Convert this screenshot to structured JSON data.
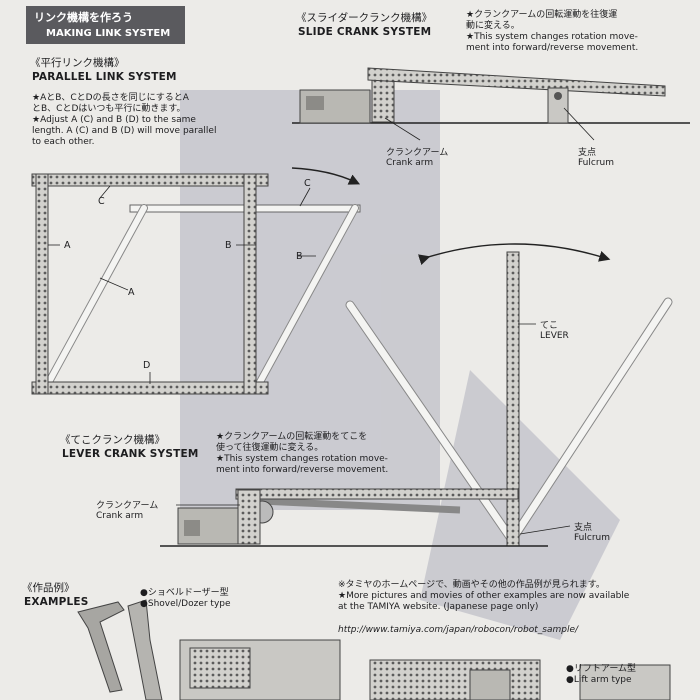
{
  "header": {
    "title_jp": "リンク機構を作ろう",
    "title_en": "MAKING LINK SYSTEM"
  },
  "parallel": {
    "title_jp": "《平行リンク機構》",
    "title_en": "PARALLEL LINK SYSTEM",
    "note_jp_1": "★AとB、CとDの長さを同じにするとA",
    "note_jp_2": "とB、CとDはいつも平行に動きます。",
    "note_en_1": "★Adjust A (C) and B (D) to the same",
    "note_en_2": "length. A (C) and B (D) will move parallel",
    "note_en_3": "to each other.",
    "label_a": "A",
    "label_a2": "A",
    "label_b": "B",
    "label_b2": "B",
    "label_c": "C",
    "label_c2": "C",
    "label_d": "D"
  },
  "slide": {
    "title_jp": "《スライダークランク機構》",
    "title_en": "SLIDE CRANK SYSTEM",
    "note_jp_1": "★クランクアームの回転運動を往復運",
    "note_jp_2": "動に変える。",
    "note_en_1": "★This system changes rotation move-",
    "note_en_2": "ment into forward/reverse movement.",
    "crank_jp": "クランクアーム",
    "crank_en": "Crank arm",
    "fulcrum_jp": "支点",
    "fulcrum_en": "Fulcrum"
  },
  "lever": {
    "title_jp": "《てこクランク機構》",
    "title_en": "LEVER CRANK SYSTEM",
    "note_jp_1": "★クランクアームの回転運動をてこを",
    "note_jp_2": "使って往復運動に変える。",
    "note_en_1": "★This system changes rotation move-",
    "note_en_2": "ment into forward/reverse movement.",
    "lever_jp": "てこ",
    "lever_en": "LEVER",
    "crank_jp": "クランクアーム",
    "crank_en": "Crank arm",
    "fulcrum_jp": "支点",
    "fulcrum_en": "Fulcrum"
  },
  "examples": {
    "title_jp": "《作品例》",
    "title_en": "EXAMPLES",
    "shovel_jp": "●ショベルドーザー型",
    "shovel_en": "●Shovel/Dozer type",
    "info_jp": "※タミヤのホームページで、動画やその他の作品例が見られます。",
    "info_en_1": "★More pictures and movies of other examples are now available",
    "info_en_2": "at the TAMIYA website. (Japanese page only)",
    "url": "http://www.tamiya.com/japan/robocon/robot_sample/",
    "lift_jp": "●リフトアーム型",
    "lift_en": "●Lift arm type"
  },
  "colors": {
    "background": "#ecebe8",
    "header_box": "#5a5a5e",
    "ink": "#1d1d1f",
    "parts": "#9b9b9b"
  }
}
